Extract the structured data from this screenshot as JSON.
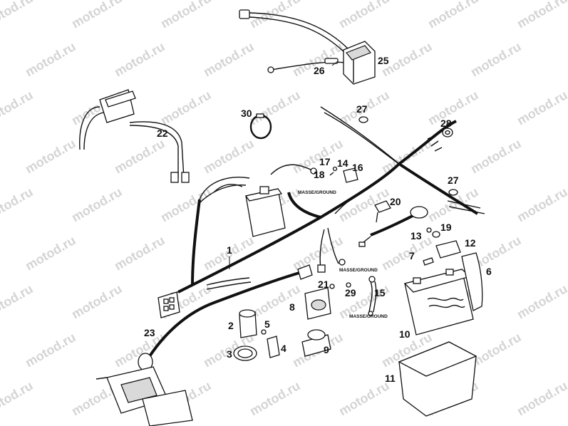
{
  "watermark": "motod.ru",
  "ground_label": "MASSE/GROUND",
  "callouts": {
    "n1": "1",
    "n2": "2",
    "n3": "3",
    "n4": "4",
    "n5": "5",
    "n6": "6",
    "n7": "7",
    "n8": "8",
    "n9": "9",
    "n10": "10",
    "n11": "11",
    "n12": "12",
    "n13": "13",
    "n14": "14",
    "n15": "15",
    "n16": "16",
    "n17": "17",
    "n18": "18",
    "n19": "19",
    "n20": "20",
    "n21": "21",
    "n22": "22",
    "n23": "23",
    "n25": "25",
    "n26": "26",
    "n27a": "27",
    "n27b": "27",
    "n28": "28",
    "n29": "29",
    "n30": "30"
  }
}
